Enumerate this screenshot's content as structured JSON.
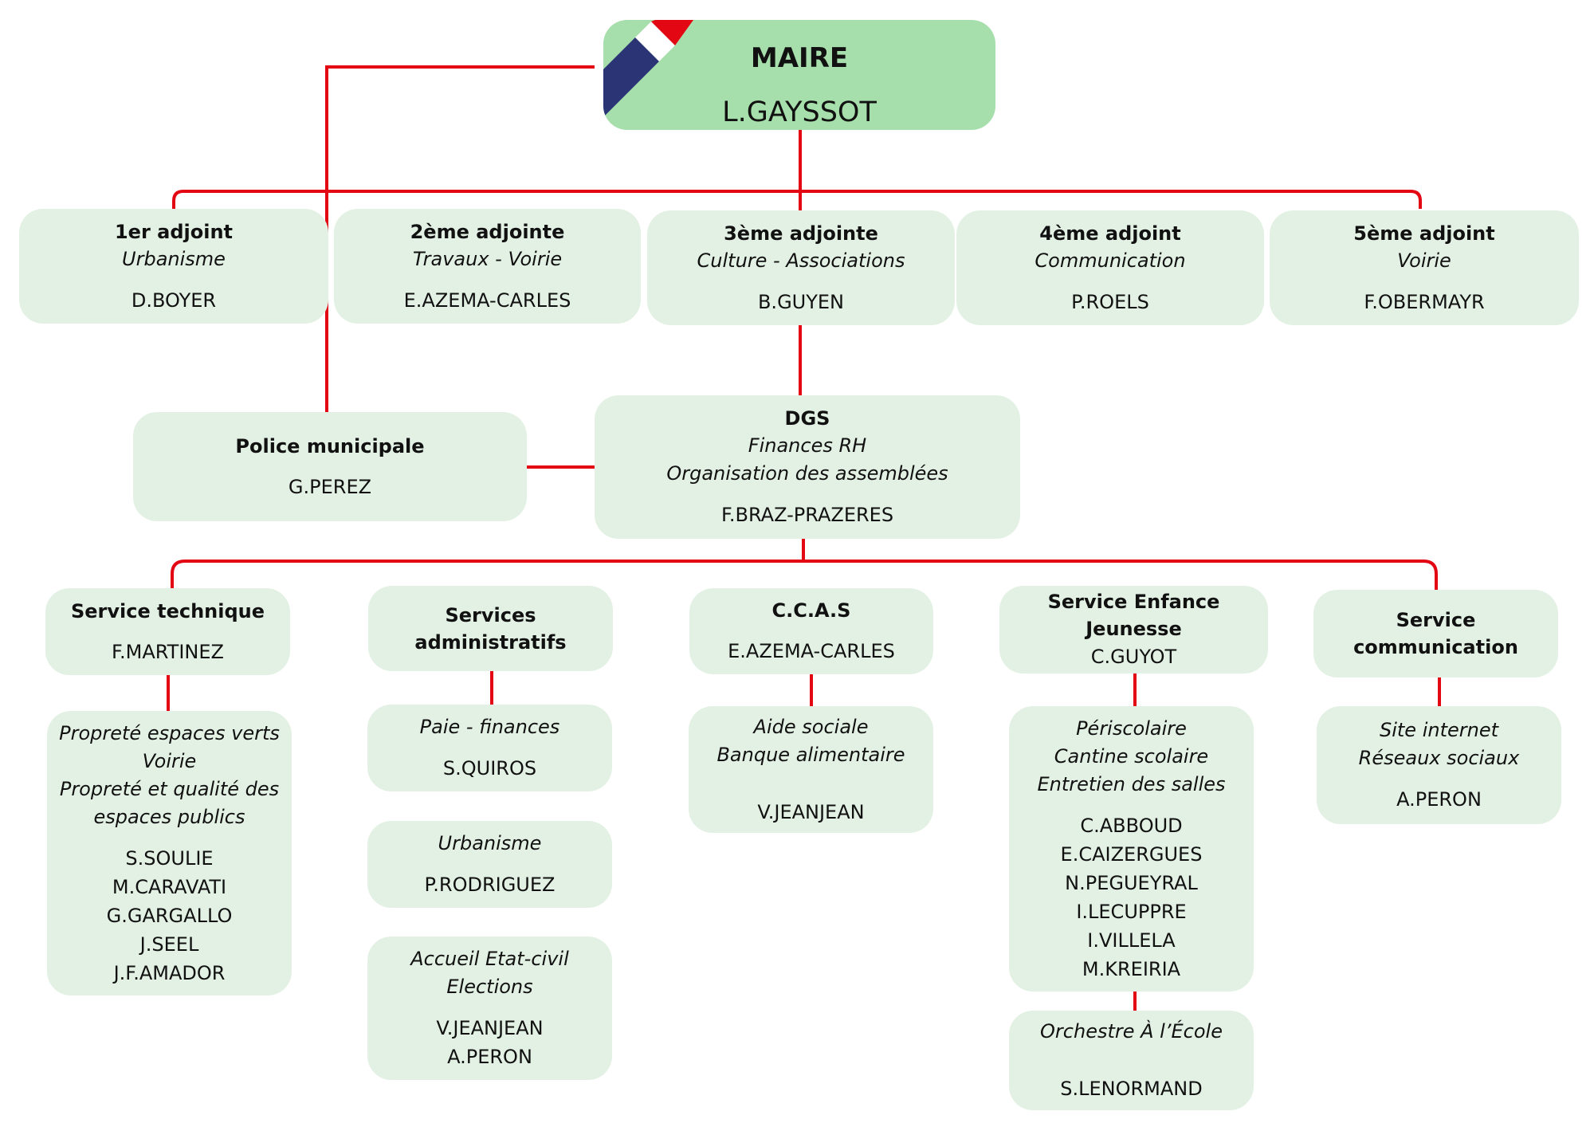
{
  "colors": {
    "connector": "#e30613",
    "box_fill": "#e3f1e4",
    "mayor_fill": "#a6dfab",
    "flag_blue": "#2b3576",
    "flag_white": "#ffffff",
    "flag_red": "#e30613"
  },
  "mayor": {
    "title": "MAIRE",
    "name": "L.GAYSSOT",
    "emblem": "french-flag-icon"
  },
  "deputies": [
    {
      "title": "1er adjoint",
      "role": "Urbanisme",
      "name": "D.BOYER"
    },
    {
      "title": "2ème adjointe",
      "role": "Travaux - Voirie",
      "name": "E.AZEMA-CARLES"
    },
    {
      "title": "3ème adjointe",
      "role": "Culture - Associations",
      "name": "B.GUYEN"
    },
    {
      "title": "4ème adjoint",
      "role": "Communication",
      "name": "P.ROELS"
    },
    {
      "title": "5ème adjoint",
      "role": "Voirie",
      "name": "F.OBERMAYR"
    }
  ],
  "police": {
    "title": "Police municipale",
    "name": "G.PEREZ"
  },
  "dgs": {
    "title": "DGS",
    "roles": [
      "Finances  RH",
      "Organisation des assemblées"
    ],
    "name": "F.BRAZ-PRAZERES"
  },
  "services": [
    {
      "title": "Service technique",
      "name": "F.MARTINEZ"
    },
    {
      "title_lines": [
        "Services",
        "administratifs"
      ]
    },
    {
      "title": "C.C.A.S",
      "name": "E.AZEMA-CARLES"
    },
    {
      "title": "Service Enfance Jeunesse",
      "name": "C.GUYOT"
    },
    {
      "title_lines": [
        "Service",
        "communication"
      ]
    }
  ],
  "teams": {
    "technique": {
      "roles": [
        "Propreté espaces verts",
        "Voirie",
        "Propreté et qualité des",
        "espaces publics"
      ],
      "names": [
        "S.SOULIE",
        "M.CARAVATI",
        "G.GARGALLO",
        "J.SEEL",
        "J.F.AMADOR"
      ]
    },
    "admin_paie": {
      "role": "Paie - finances",
      "name": "S.QUIROS"
    },
    "admin_urbanisme": {
      "role": "Urbanisme",
      "name": "P.RODRIGUEZ"
    },
    "admin_accueil": {
      "roles": [
        "Accueil  Etat-civil",
        "Elections"
      ],
      "names": [
        "V.JEANJEAN",
        "A.PERON"
      ]
    },
    "ccas": {
      "roles": [
        "Aide sociale",
        "Banque alimentaire"
      ],
      "name": "V.JEANJEAN"
    },
    "enfance": {
      "roles": [
        "Périscolaire",
        "Cantine scolaire",
        "Entretien des salles"
      ],
      "names": [
        "C.ABBOUD",
        "E.CAIZERGUES",
        "N.PEGUEYRAL",
        "I.LECUPPRE",
        "I.VILLELA",
        "M.KREIRIA"
      ]
    },
    "orchestre": {
      "role": "Orchestre À l’École",
      "name": "S.LENORMAND"
    },
    "communication": {
      "roles": [
        "Site internet",
        "Réseaux sociaux"
      ],
      "name": "A.PERON"
    }
  }
}
